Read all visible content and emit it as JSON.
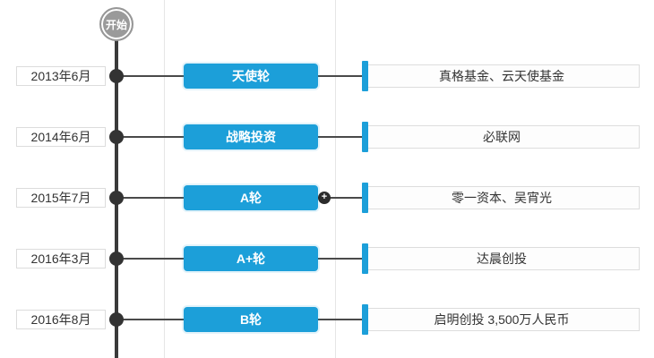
{
  "colors": {
    "accent": "#1c9fd9",
    "timeline_line": "#3a3a3a",
    "text": "#333333"
  },
  "timeline": {
    "start_label": "开始",
    "plus_glyph": "+",
    "rows": [
      {
        "date": "2013年6月",
        "round": "天使轮",
        "investors": "真格基金、云天使基金",
        "has_plus": false
      },
      {
        "date": "2014年6月",
        "round": "战略投资",
        "investors": "必联网",
        "has_plus": false
      },
      {
        "date": "2015年7月",
        "round": "A轮",
        "investors": "零一资本、吴宵光",
        "has_plus": true
      },
      {
        "date": "2016年3月",
        "round": "A+轮",
        "investors": "达晨创投",
        "has_plus": false
      },
      {
        "date": "2016年8月",
        "round": "B轮",
        "investors": "启明创投 3,500万人民币",
        "has_plus": false
      }
    ]
  }
}
